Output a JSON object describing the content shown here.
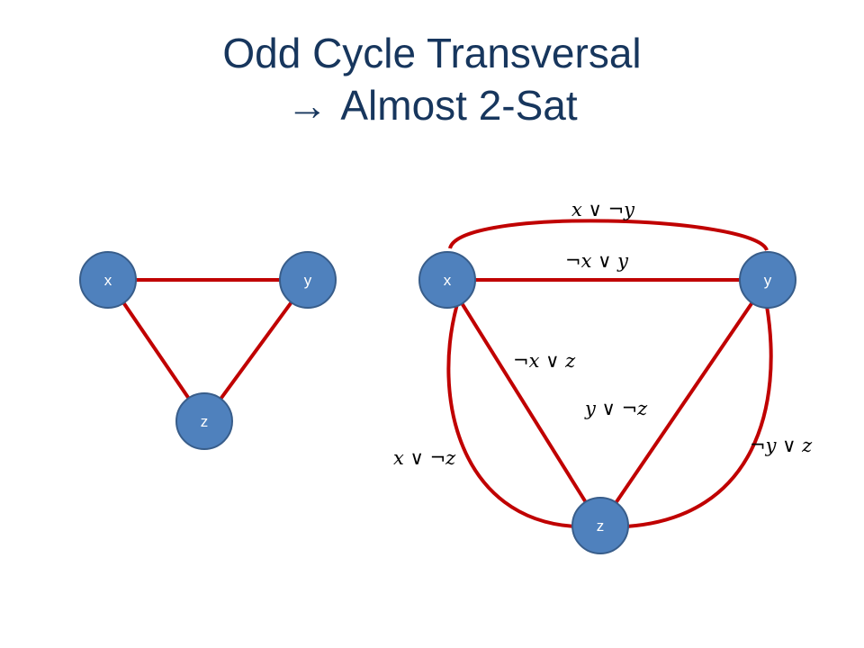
{
  "title": {
    "line1": "Odd Cycle Transversal",
    "arrow": "→",
    "line2": "Almost 2-Sat"
  },
  "colors": {
    "title": "#17365d",
    "edge": "#c00000",
    "node_fill": "#4f81bd",
    "node_stroke": "#385d8a"
  },
  "left_graph": {
    "nodes": {
      "x": "x",
      "y": "y",
      "z": "z"
    }
  },
  "right_graph": {
    "nodes": {
      "x": "x",
      "y": "y",
      "z": "z"
    },
    "clauses": {
      "x_or_not_y": "𝑥 ∨ ¬𝑦",
      "not_x_or_y": "¬𝑥 ∨ 𝑦",
      "not_x_or_z": "¬𝑥 ∨ 𝑧",
      "y_or_not_z": "𝑦 ∨ ¬𝑧",
      "x_or_not_z": "𝑥 ∨ ¬𝑧",
      "not_y_or_z": "¬𝑦 ∨ 𝑧"
    }
  }
}
